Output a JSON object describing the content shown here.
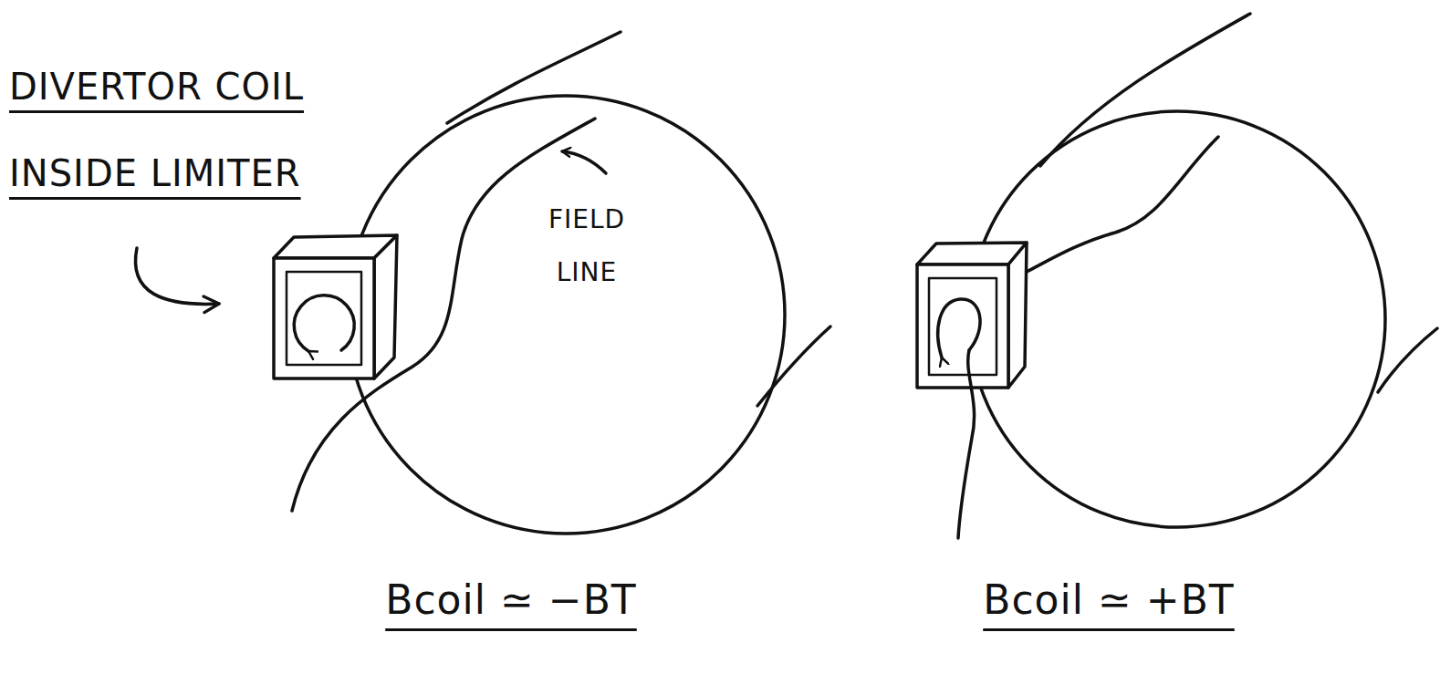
{
  "diagram": {
    "labels": [
      "DIVERTOR COIL INSIDE LIMITER",
      "FIELD LINE",
      "Bcoil ≃ −BT",
      "Bcoil ≃ +BT"
    ]
  }
}
